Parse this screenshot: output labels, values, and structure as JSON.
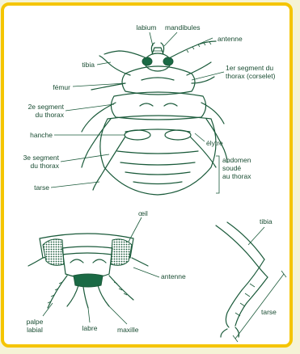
{
  "top_figure": {
    "labium": "labium",
    "mandibules": "mandibules",
    "antenne": "antenne",
    "tibia": "tibia",
    "premier_segment": "1er segment du\nthorax (corselet)",
    "femur": "fémur",
    "deuxieme_segment": "2e segment\ndu thorax",
    "hanche": "hanche",
    "elytre": "élytre",
    "troisieme_segment": "3e segment\ndu thorax",
    "abdomen": "abdomen\nsoudé\nau thorax",
    "tarse": "tarse"
  },
  "head_figure": {
    "oeil": "œil",
    "antenne": "antenne",
    "palpe_labial": "palpe\nlabial",
    "labre": "labre",
    "maxille": "maxille"
  },
  "leg_figure": {
    "tibia": "tibia",
    "tarse": "tarse"
  },
  "colors": {
    "frame": "#f5c500",
    "ink": "#1a5a3a",
    "background": "#ffffff"
  }
}
